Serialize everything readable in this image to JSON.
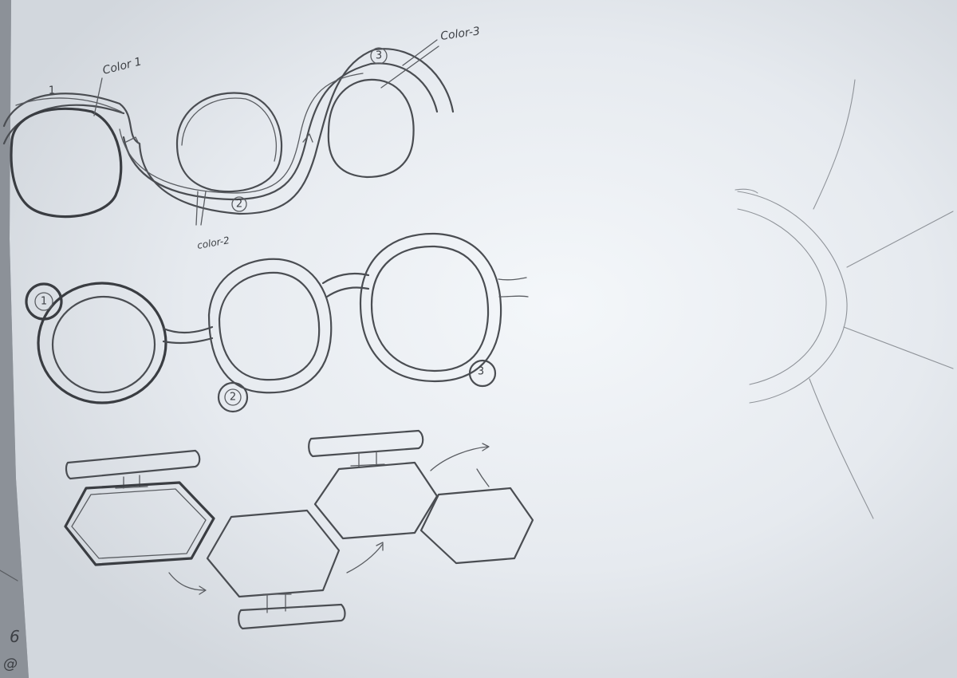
{
  "annotations": {
    "color_1": "Color 1",
    "color_2": "color-2",
    "color_3": "Color-3"
  },
  "part_numbers": {
    "wavy_1": "1",
    "wavy_2": "2",
    "wavy_3": "3",
    "round_1": "1",
    "round_2": "2",
    "round_3": "3"
  },
  "colors": {
    "paper": "#e4e8ed",
    "paper_highlight": "#f3f6f9",
    "pencil": "#4a4d52",
    "background": "#9ea3aa"
  }
}
